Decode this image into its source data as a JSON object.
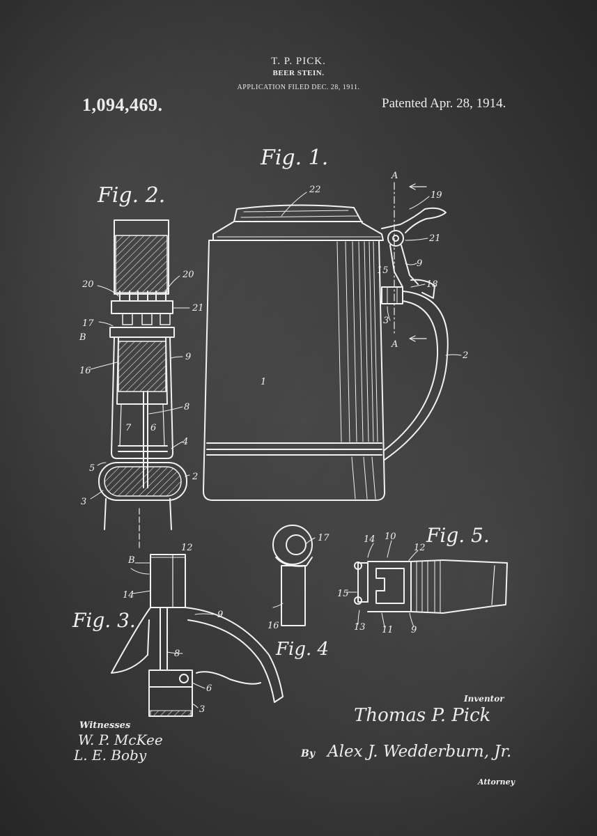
{
  "header": {
    "inventor_name": "T. P. PICK.",
    "title": "BEER STEIN.",
    "application_filed": "APPLICATION FILED DEC. 28, 1911."
  },
  "patent_number": "1,094,469.",
  "patent_date": "Patented Apr. 28, 1914.",
  "figures": {
    "fig1": "Fig. 1.",
    "fig2": "Fig. 2.",
    "fig3": "Fig. 3.",
    "fig4": "Fig. 4",
    "fig5": "Fig. 5."
  },
  "reference_numerals": {
    "fig1": [
      "22",
      "19",
      "21",
      "9",
      "15",
      "18",
      "3",
      "2",
      "1",
      "A",
      "A"
    ],
    "fig2": [
      "20",
      "20",
      "21",
      "17",
      "B",
      "16",
      "9",
      "8",
      "7",
      "6",
      "4",
      "5",
      "2",
      "3"
    ],
    "fig3": [
      "B",
      "12",
      "14",
      "9",
      "8",
      "6",
      "3"
    ],
    "fig4": [
      "17",
      "16"
    ],
    "fig5": [
      "14",
      "10",
      "12",
      "15",
      "13",
      "11",
      "9"
    ]
  },
  "signatures": {
    "inventor_caption": "Inventor",
    "inventor_signature": "Thomas P. Pick",
    "by_label": "By",
    "attorney_signature": "Alex J. Wedderburn, Jr.",
    "attorney_caption": "Attorney",
    "witnesses_caption": "Witnesses",
    "witness_1": "W. P. McKee",
    "witness_2": "L. E. Boby"
  },
  "colors": {
    "background": "#3a3a3a",
    "ink": "#f2f2f2"
  }
}
